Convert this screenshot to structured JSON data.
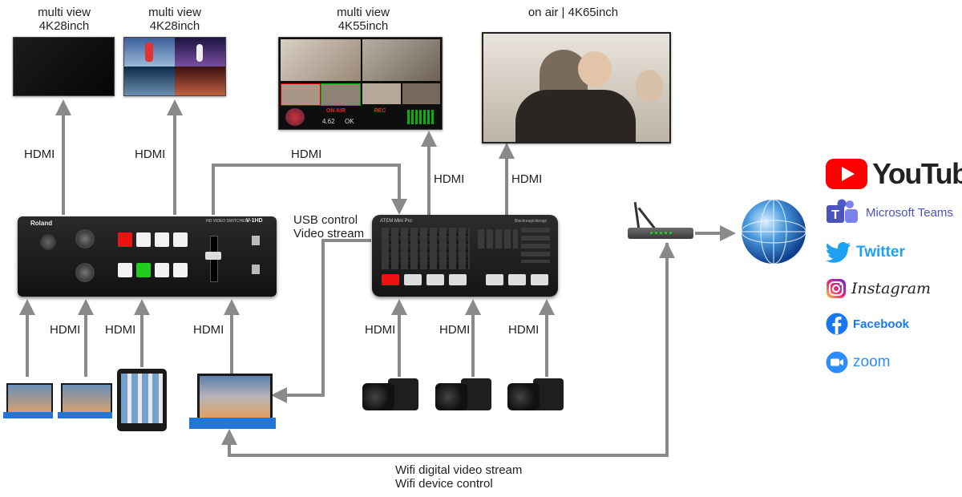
{
  "monitors": [
    {
      "label_line1": "multi view",
      "label_line2": "4K28inch"
    },
    {
      "label_line1": "multi view",
      "label_line2": "4K28inch"
    },
    {
      "label_line1": "multi view",
      "label_line2": "4K55inch"
    },
    {
      "label_line1": "on air | 4K65inch",
      "label_line2": ""
    }
  ],
  "connections": {
    "hdmi": "HDMI",
    "usb_line1": "USB control",
    "usb_line2": "Video stream",
    "wifi_line1": "Wifi digital video stream",
    "wifi_line2": "Wifi device control"
  },
  "switcher_roland": {
    "brand": "Roland",
    "model": "V-1HD",
    "subtitle": "HD VIDEO SWITCHER"
  },
  "switcher_atem": {
    "model": "ATEM Mini Pro",
    "brand": "Blackmagicdesign"
  },
  "multiview_screen": {
    "status_on_air": "ON AIR",
    "status_rec": "REC",
    "timer": "4.62",
    "ok": "OK"
  },
  "platforms": {
    "youtube": "YouTube",
    "teams": "Microsoft Teams",
    "twitter": "Twitter",
    "instagram": "Instagram",
    "facebook": "Facebook",
    "zoom": "zoom"
  },
  "colors": {
    "connector": "#8a8a8a",
    "youtube": "#ff0000",
    "teams": "#5059c9",
    "twitter": "#1da1f2",
    "facebook": "#1877f2",
    "zoom": "#2d8cff"
  }
}
